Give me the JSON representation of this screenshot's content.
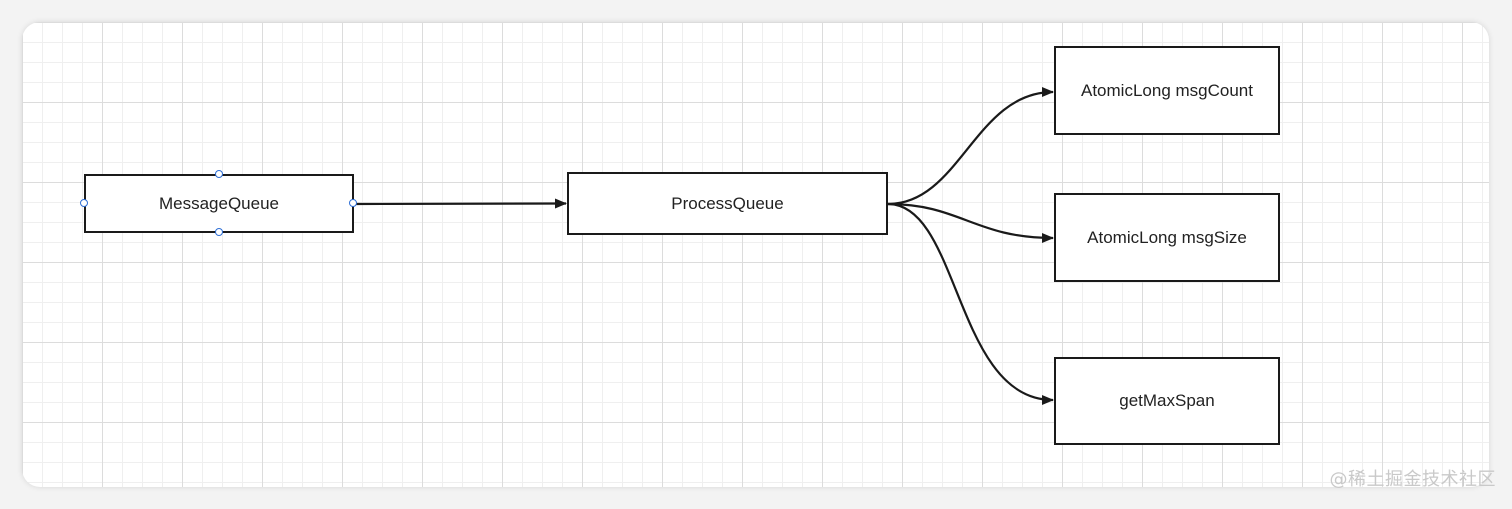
{
  "nodes": {
    "message_queue": "MessageQueue",
    "process_queue": "ProcessQueue",
    "msg_count": "AtomicLong msgCount",
    "msg_size": "AtomicLong msgSize",
    "max_span": "getMaxSpan"
  },
  "watermark": "@稀土掘金技术社区",
  "colors": {
    "stroke": "#1a1a1a",
    "handle": "#2f6fd6",
    "grid": "#dcdcdc"
  }
}
